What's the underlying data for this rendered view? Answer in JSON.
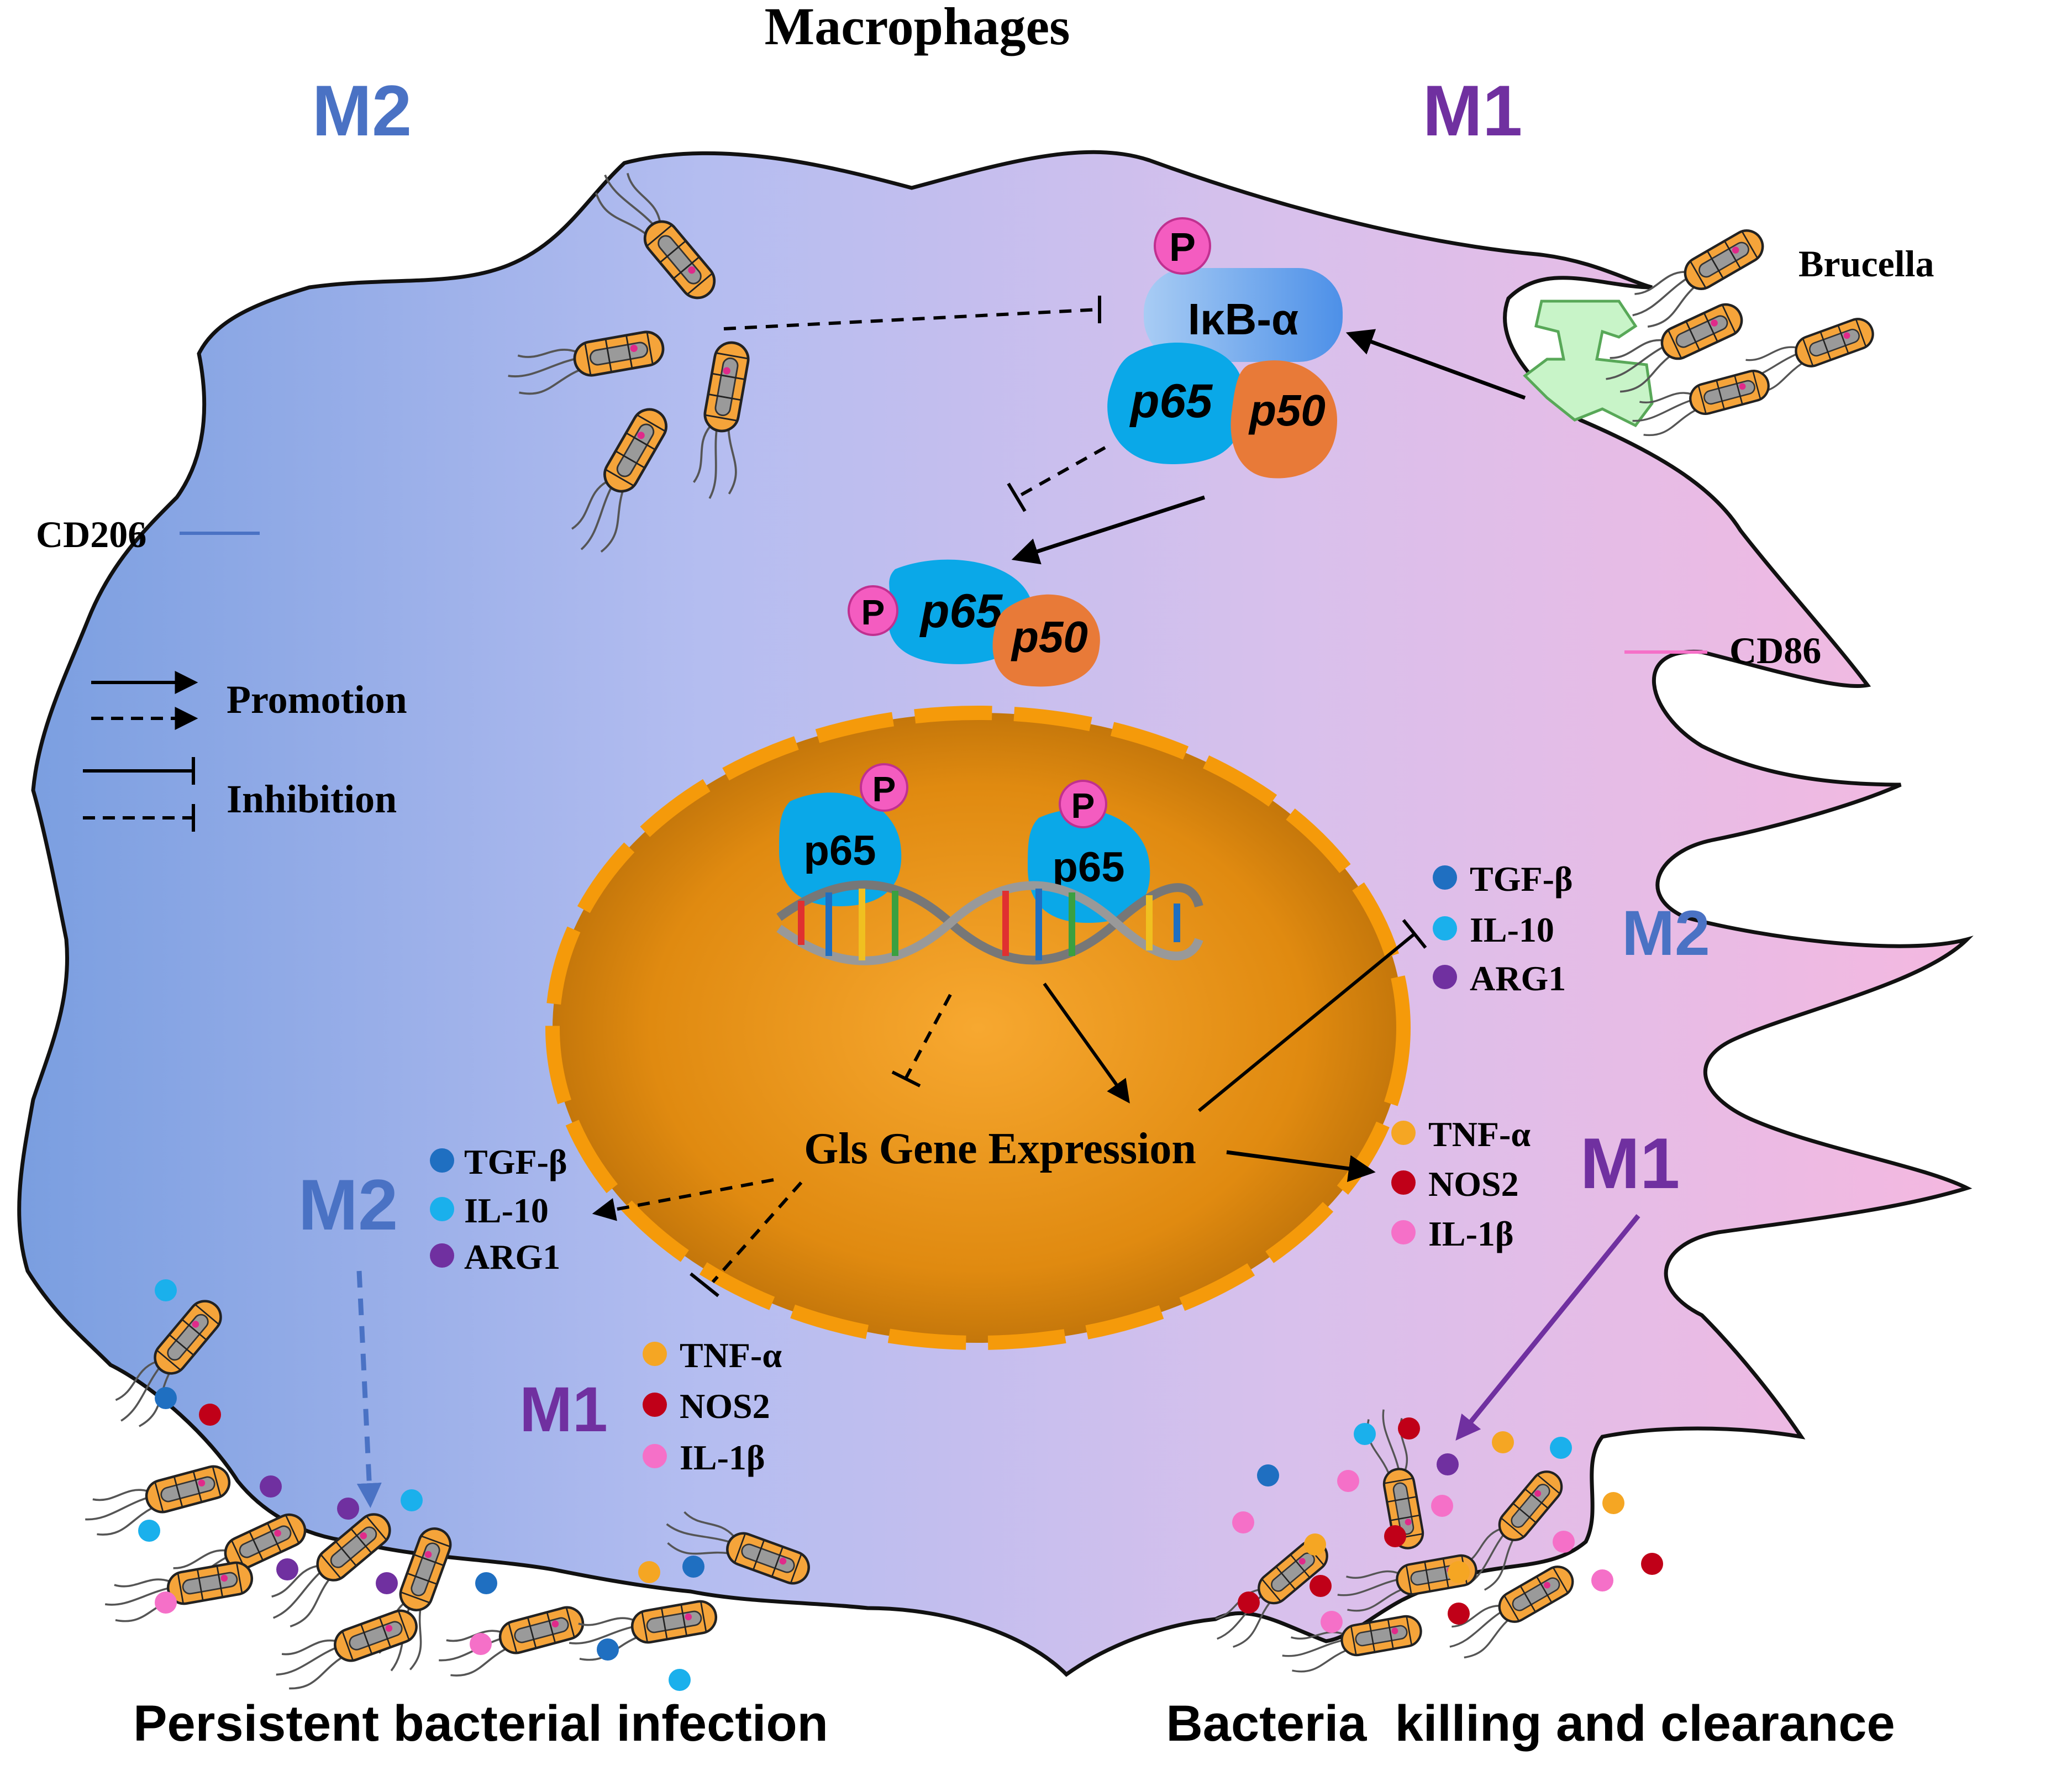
{
  "title": "Macrophages",
  "phenotype_labels": {
    "m2_top": "M2",
    "m1_top": "M1",
    "m2_right": "M2",
    "m1_right": "M1",
    "m2_left": "M2",
    "m1_bottom": "M1"
  },
  "markers": {
    "cd206": "CD206",
    "cd86": "CD86"
  },
  "pathogen": "Brucella",
  "legend": {
    "promotion": "Promotion",
    "inhibition": "Inhibition"
  },
  "proteins": {
    "ikb": "IκB-α",
    "p65": "p65",
    "p50": "p50",
    "phospho": "P"
  },
  "gene_expression": "Gls Gene Expression",
  "cytokines": {
    "m2_set": [
      "TGF-β",
      "IL-10",
      "ARG1"
    ],
    "m1_set": [
      "TNF-α",
      "NOS2",
      "IL-1β"
    ]
  },
  "outcomes": {
    "left": "Persistent bacterial infection",
    "right": "Bacteria  killing and clearance"
  },
  "colors": {
    "m2_blue": "#4a72c4",
    "m1_purple": "#7030a0",
    "tgf_beta": "#1f6fc1",
    "il_10": "#1ab0ec",
    "arg1": "#7030a0",
    "tnf_alpha": "#f5a623",
    "nos2": "#c00018",
    "il_1beta": "#f570c8",
    "p65": "#0aa8e8",
    "p50": "#e87a38",
    "phospho": "#f45cc0",
    "nucleus": "#e8900a",
    "receptor": "#c8f4c8"
  }
}
